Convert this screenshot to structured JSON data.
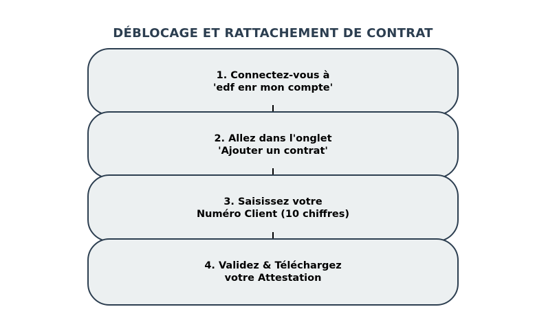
{
  "diagram": {
    "title": "DÉBLOCAGE ET RATTACHEMENT DE CONTRAT",
    "steps": [
      {
        "text": "1. Connectez-vous à\n'edf enr mon compte'"
      },
      {
        "text": "2. Allez dans l'onglet\n'Ajouter un contrat'"
      },
      {
        "text": "3. Saisissez votre\nNuméro Client (10 chiffres)"
      },
      {
        "text": "4. Validez & Téléchargez\nvotre Attestation"
      }
    ],
    "colors": {
      "title": "#2c3e50",
      "box_border": "#2c3e50",
      "box_fill": "#ecf0f1",
      "connector": "#000000"
    }
  }
}
